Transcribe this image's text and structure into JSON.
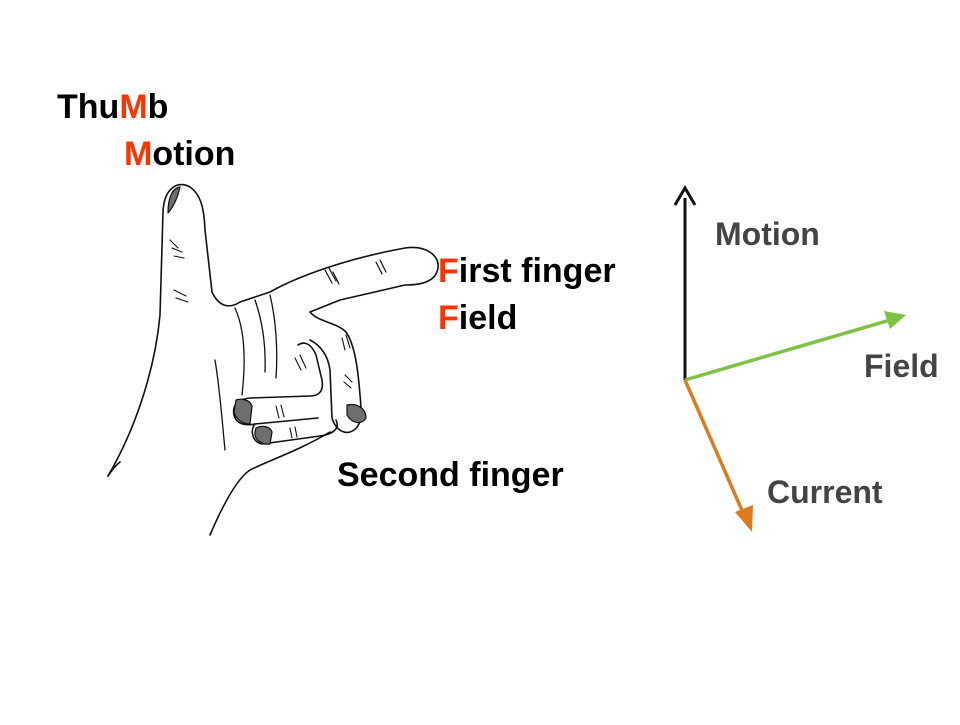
{
  "colors": {
    "highlight": "#ff3300",
    "hand_outline": "#111111",
    "nail": "#6e6e6e",
    "motion_arrow": "#111111",
    "field_arrow": "#7dc242",
    "current_arrow": "#e07a1e"
  },
  "hand": {
    "thumb": {
      "pre": "Thu",
      "hl": "M",
      "post": "b"
    },
    "motion": {
      "hl": "M",
      "post": "otion"
    },
    "first_finger": {
      "hl": "F",
      "post": "irst finger"
    },
    "field": {
      "hl": "F",
      "post": "ield"
    },
    "second_finger": "Second finger"
  },
  "vectors": {
    "motion": "Motion",
    "field": "Field",
    "current": "Current"
  }
}
